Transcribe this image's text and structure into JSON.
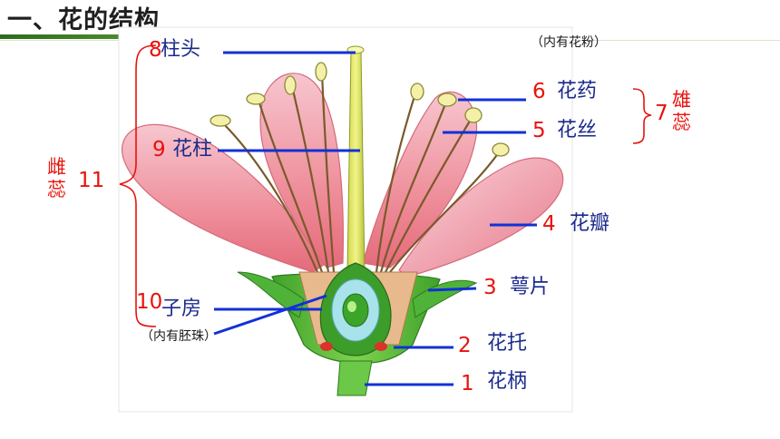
{
  "slide": {
    "title": "一、花的结构"
  },
  "diagram": {
    "notes": {
      "anther_note": "（内有花粉）",
      "ovary_note": "（内有胚珠）"
    },
    "parts": [
      {
        "num": "1",
        "name": "花柄"
      },
      {
        "num": "2",
        "name": "花托"
      },
      {
        "num": "3",
        "name": "萼片"
      },
      {
        "num": "4",
        "name": "花瓣"
      },
      {
        "num": "5",
        "name": "花丝"
      },
      {
        "num": "6",
        "name": "花药"
      },
      {
        "num": "7",
        "name": "雄蕊"
      },
      {
        "num": "8",
        "name": "柱头"
      },
      {
        "num": "9",
        "name": "花柱"
      },
      {
        "num": "10",
        "name": "子房"
      },
      {
        "num": "11",
        "name": "雌蕊"
      }
    ],
    "colors": {
      "label_number": "#e8120c",
      "label_text": "#1a2a8c",
      "leader_line": "#1230d8",
      "petal": "#f0a0a8",
      "receptacle": "#5cbf3a",
      "bracket": "#e8120c"
    }
  }
}
